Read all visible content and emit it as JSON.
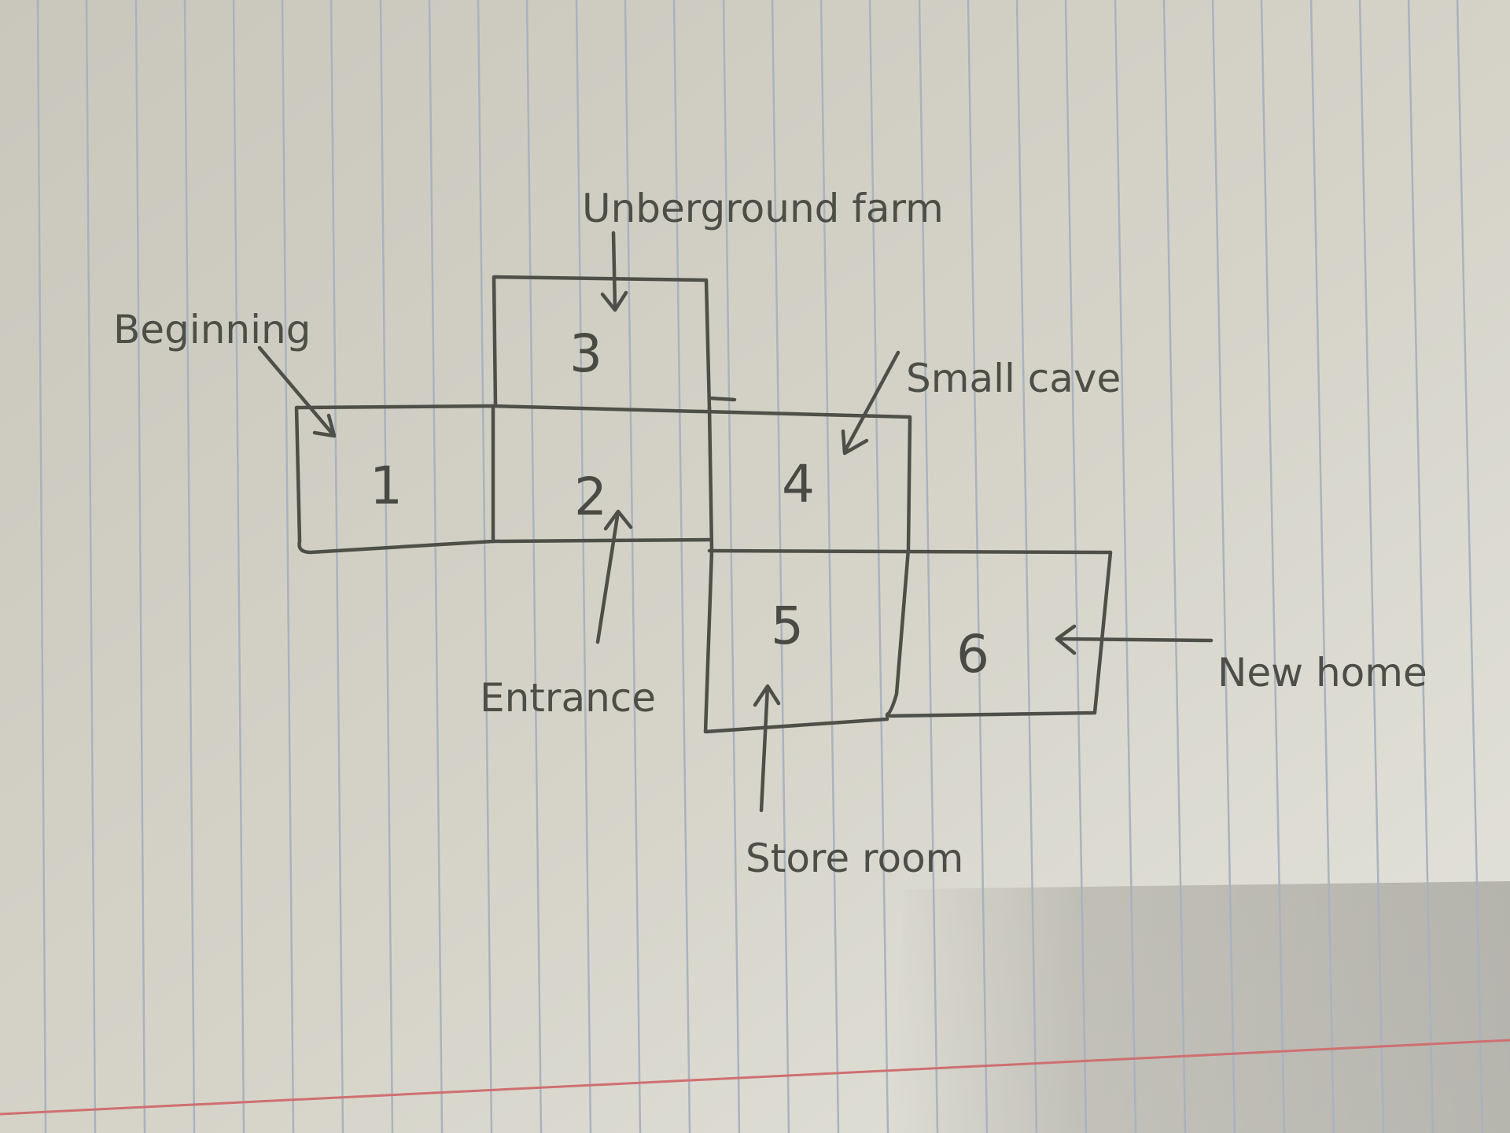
{
  "rooms": [
    {
      "number": "1"
    },
    {
      "number": "2"
    },
    {
      "number": "3"
    },
    {
      "number": "4"
    },
    {
      "number": "5"
    },
    {
      "number": "6"
    }
  ],
  "labels": {
    "beginning": "Beginning",
    "underground_farm": "Unberground farm",
    "small_cave": "Small cave",
    "entrance": "Entrance",
    "store_room": "Store room",
    "new_home": "New home"
  },
  "colors": {
    "paper": "#d4d2c7",
    "rule_line": "#a9b2bf",
    "margin_line": "#cf6f70",
    "ink": "#4f4f49"
  }
}
